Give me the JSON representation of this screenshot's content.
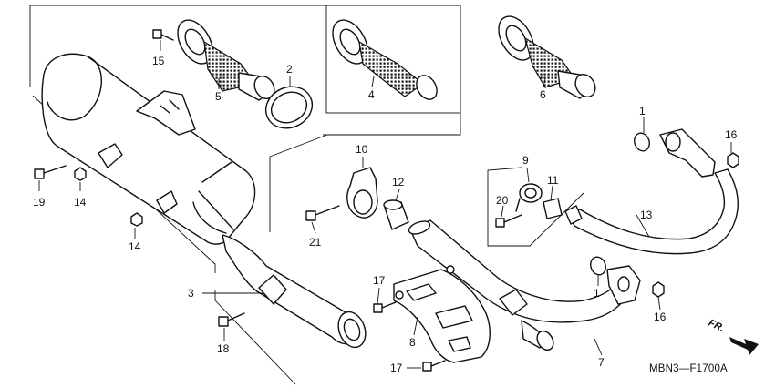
{
  "diagram_code": "MBN3—F1700A",
  "direction_label": "FR.",
  "callouts": {
    "c1a": "1",
    "c1b": "1",
    "c2": "2",
    "c3": "3",
    "c4": "4",
    "c5": "5",
    "c6": "6",
    "c7": "7",
    "c8": "8",
    "c9": "9",
    "c10": "10",
    "c11": "11",
    "c12": "12",
    "c13": "13",
    "c14a": "14",
    "c14b": "14",
    "c15": "15",
    "c16a": "16",
    "c16b": "16",
    "c17a": "17",
    "c17b": "17",
    "c18": "18",
    "c19": "19",
    "c20": "20",
    "c21": "21"
  }
}
